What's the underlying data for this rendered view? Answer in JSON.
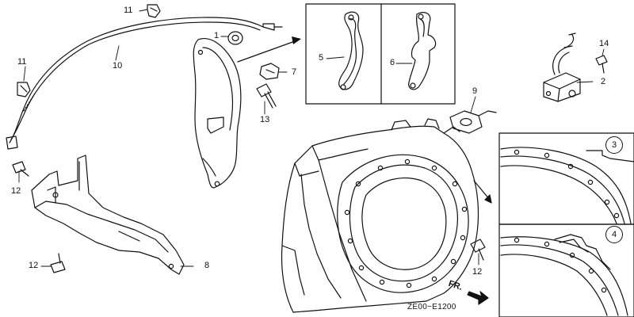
{
  "callouts": [
    {
      "id": "p1",
      "text": "1"
    },
    {
      "id": "p2",
      "text": "2"
    },
    {
      "id": "p5",
      "text": "5"
    },
    {
      "id": "p6",
      "text": "6"
    },
    {
      "id": "p7",
      "text": "7"
    },
    {
      "id": "p8",
      "text": "8"
    },
    {
      "id": "p9",
      "text": "9"
    },
    {
      "id": "p10",
      "text": "10"
    },
    {
      "id": "p11a",
      "text": "11"
    },
    {
      "id": "p11b",
      "text": "11"
    },
    {
      "id": "p12a",
      "text": "12"
    },
    {
      "id": "p12b",
      "text": "12"
    },
    {
      "id": "p12c",
      "text": "12"
    },
    {
      "id": "p13",
      "text": "13"
    },
    {
      "id": "p14",
      "text": "14"
    }
  ],
  "detail_views": [
    {
      "id": "d3",
      "text": "3"
    },
    {
      "id": "d4",
      "text": "4"
    }
  ],
  "front_indicator": "FR.",
  "drawing_code": "ZE00−E1200"
}
